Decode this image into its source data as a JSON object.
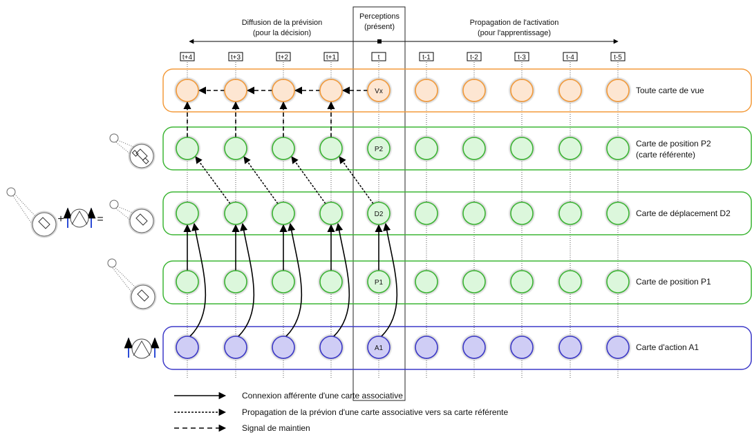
{
  "headers": {
    "left_line1": "Diffusion de la prévision",
    "left_line2": "(pour la décision)",
    "center_line1": "Perceptions",
    "center_line2": "(présent)",
    "right_line1": "Propagation de l'activation",
    "right_line2": "(pour l'apprentissage)"
  },
  "time_labels": [
    "t+4",
    "t+3",
    "t+2",
    "t+1",
    "t",
    "t-1",
    "t-2",
    "t-3",
    "t-4",
    "t-5"
  ],
  "rows": [
    {
      "key": "view",
      "label_line1": "Toute carte de vue",
      "label_line2": "",
      "center_node": "Vx",
      "color": "#f39a3a",
      "fill": "#fde6d2"
    },
    {
      "key": "p2",
      "label_line1": "Carte de position P2",
      "label_line2": "(carte référente)",
      "center_node": "P2",
      "color": "#3cb534",
      "fill": "#dcf7dc"
    },
    {
      "key": "d2",
      "label_line1": "Carte de déplacement D2",
      "label_line2": "",
      "center_node": "D2",
      "color": "#3cb534",
      "fill": "#dcf7dc"
    },
    {
      "key": "p1",
      "label_line1": "Carte de position P1",
      "label_line2": "",
      "center_node": "P1",
      "color": "#3cb534",
      "fill": "#dcf7dc"
    },
    {
      "key": "a1",
      "label_line1": "Carte d'action A1",
      "label_line2": "",
      "center_node": "A1",
      "color": "#3c39c8",
      "fill": "#cfcdf5"
    }
  ],
  "equation": {
    "plus": "+",
    "equals": "="
  },
  "legend": [
    {
      "style": "solid",
      "text": "Connexion afférente d'une carte associative"
    },
    {
      "style": "dotted",
      "text": "Propagation de la prévion d'une carte associative vers sa carte référente"
    },
    {
      "style": "dashed",
      "text": "Signal de maintien"
    }
  ]
}
